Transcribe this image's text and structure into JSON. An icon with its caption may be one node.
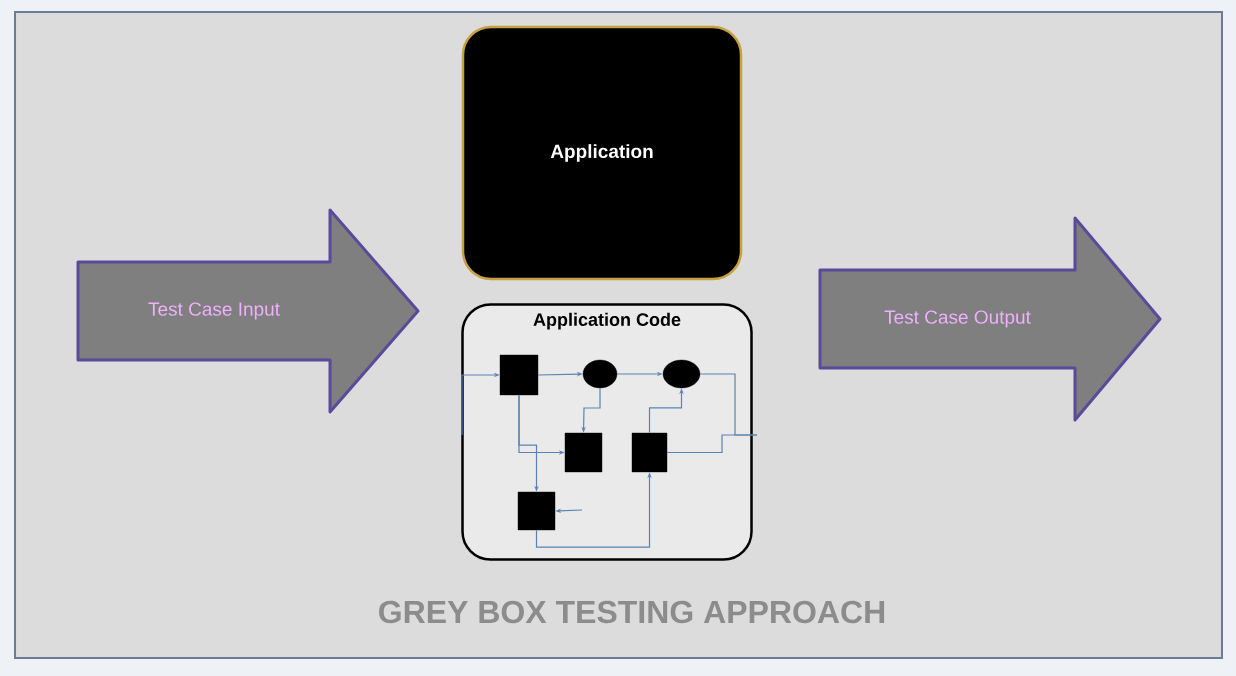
{
  "diagram": {
    "title": "GREY BOX TESTING APPROACH",
    "nodes": [
      {
        "text": [
          "Test Case Input"
        ]
      },
      {
        "text": [
          "Application"
        ]
      },
      {
        "text": [
          "Application Code"
        ]
      },
      {
        "text": [
          "Test Case Output"
        ]
      },
      {
        "text": [],
        "shape": "box",
        "in": 2
      },
      {
        "text": [],
        "shape": "circle",
        "in": 2
      },
      {
        "text": [],
        "shape": "circle",
        "in": 2
      },
      {
        "text": [],
        "shape": "box",
        "in": 2
      },
      {
        "text": [],
        "shape": "box",
        "in": 2
      },
      {
        "text": [],
        "shape": "box",
        "in": 2
      }
    ],
    "edges": [
      {
        "from": null,
        "to": 4,
        "arrow": "to"
      },
      {
        "from": 4,
        "to": 5,
        "arrow": "to"
      },
      {
        "from": 5,
        "to": 6,
        "arrow": "to"
      },
      {
        "from": 5,
        "to": 7,
        "arrow": "to"
      },
      {
        "from": 4,
        "to": 7,
        "arrow": "to"
      },
      {
        "from": 4,
        "to": 9,
        "arrow": "to"
      },
      {
        "from": null,
        "to": 9,
        "arrow": "to"
      },
      {
        "from": 9,
        "to": 8,
        "arrow": "to"
      },
      {
        "from": 8,
        "to": 6,
        "arrow": "to"
      },
      {
        "from": 6,
        "to": null,
        "arrow": "none"
      },
      {
        "from": 8,
        "to": null,
        "arrow": "none"
      }
    ]
  }
}
